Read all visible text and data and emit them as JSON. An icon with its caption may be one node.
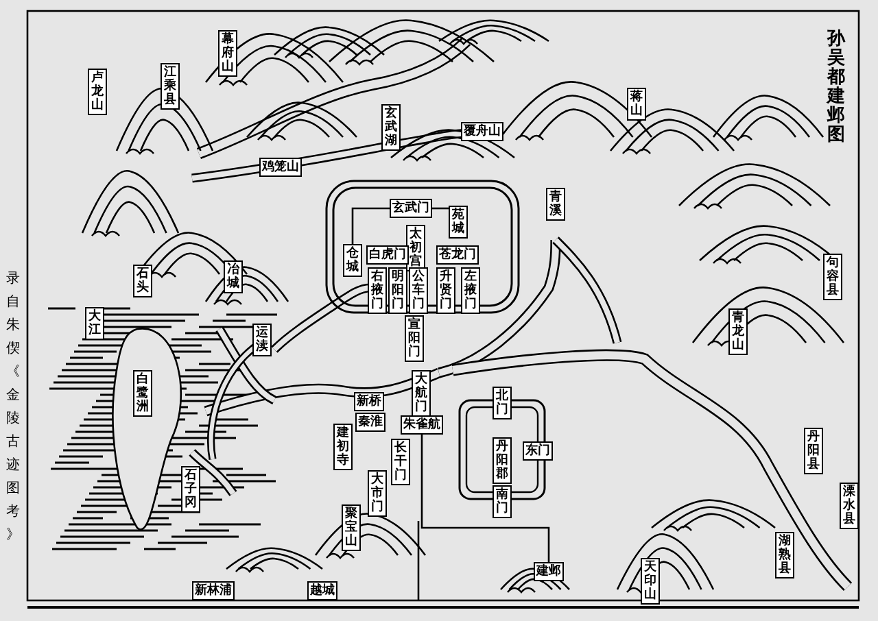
{
  "diagram": {
    "title": "孙吴都建邺图",
    "nodes": [
      {
        "text": [
          "幕府山"
        ]
      },
      {
        "text": [
          "卢龙山"
        ]
      },
      {
        "text": [
          "江乘县"
        ]
      },
      {
        "text": [
          "蒋山"
        ]
      },
      {
        "text": [
          "玄武湖"
        ]
      },
      {
        "text": [
          "覆舟山"
        ]
      },
      {
        "text": [
          "鸡笼山"
        ]
      },
      {
        "text": [
          "青溪"
        ]
      },
      {
        "text": [
          "玄武门"
        ]
      },
      {
        "text": [
          "苑城"
        ]
      },
      {
        "text": [
          "太初宫"
        ]
      },
      {
        "text": [
          "仓城"
        ]
      },
      {
        "text": [
          "白虎门"
        ]
      },
      {
        "text": [
          "苍龙门"
        ]
      },
      {
        "text": [
          "右掖门"
        ]
      },
      {
        "text": [
          "明阳门"
        ]
      },
      {
        "text": [
          "公车门"
        ]
      },
      {
        "text": [
          "升贤门"
        ]
      },
      {
        "text": [
          "左掖门"
        ]
      },
      {
        "text": [
          "句容县"
        ]
      },
      {
        "text": [
          "石头"
        ]
      },
      {
        "text": [
          "冶城"
        ]
      },
      {
        "text": [
          "大江"
        ]
      },
      {
        "text": [
          "青龙山"
        ]
      },
      {
        "text": [
          "宣阳门"
        ]
      },
      {
        "text": [
          "运渎"
        ]
      },
      {
        "text": [
          "白鹭洲"
        ]
      },
      {
        "text": [
          "大航门"
        ]
      },
      {
        "text": [
          "新桥"
        ]
      },
      {
        "text": [
          "北门"
        ]
      },
      {
        "text": [
          "秦淮"
        ]
      },
      {
        "text": [
          "朱雀航"
        ]
      },
      {
        "text": [
          "建初寺"
        ]
      },
      {
        "text": [
          "丹阳郡"
        ]
      },
      {
        "text": [
          "东门"
        ]
      },
      {
        "text": [
          "长干门"
        ]
      },
      {
        "text": [
          "丹阳县"
        ]
      },
      {
        "text": [
          "溧水县"
        ]
      },
      {
        "text": [
          "石子冈"
        ]
      },
      {
        "text": [
          "大市门"
        ]
      },
      {
        "text": [
          "南门"
        ]
      },
      {
        "text": [
          "聚宝山"
        ]
      },
      {
        "text": [
          "湖熟县"
        ]
      },
      {
        "text": [
          "天印山"
        ]
      },
      {
        "text": [
          "建邺"
        ]
      },
      {
        "text": [
          "新林浦"
        ]
      },
      {
        "text": [
          "越城"
        ]
      }
    ],
    "edges": [
      {
        "from": 8,
        "to": 11,
        "arrow": "none"
      },
      {
        "from": 8,
        "to": 9,
        "arrow": "none"
      },
      {
        "from": 31,
        "to": 44,
        "arrow": "none"
      }
    ],
    "labels": [
      "录自朱偰《金陵古迹图考》"
    ]
  }
}
